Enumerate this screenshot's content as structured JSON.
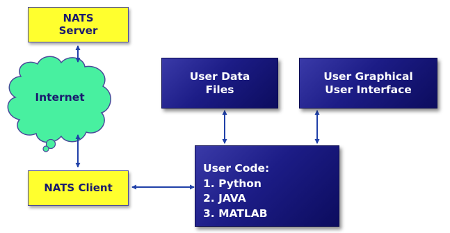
{
  "nats_server": {
    "line1": "NATS",
    "line2": "Server"
  },
  "internet": {
    "label": "Internet"
  },
  "nats_client": {
    "label": "NATS Client"
  },
  "user_data_files": {
    "line1": "User Data",
    "line2": "Files"
  },
  "user_gui": {
    "line1": "User Graphical",
    "line2": "User Interface"
  },
  "user_code": {
    "title": "User Code:",
    "items": [
      "1.  Python",
      "2.  JAVA",
      "3.  MATLAB"
    ]
  },
  "colors": {
    "yellow_fill": "#ffff2e",
    "cloud_fill": "#48f0a0",
    "navy_fill": "#1c1c86",
    "arrow": "#2040a8",
    "label_text": "#1a1a6e"
  }
}
